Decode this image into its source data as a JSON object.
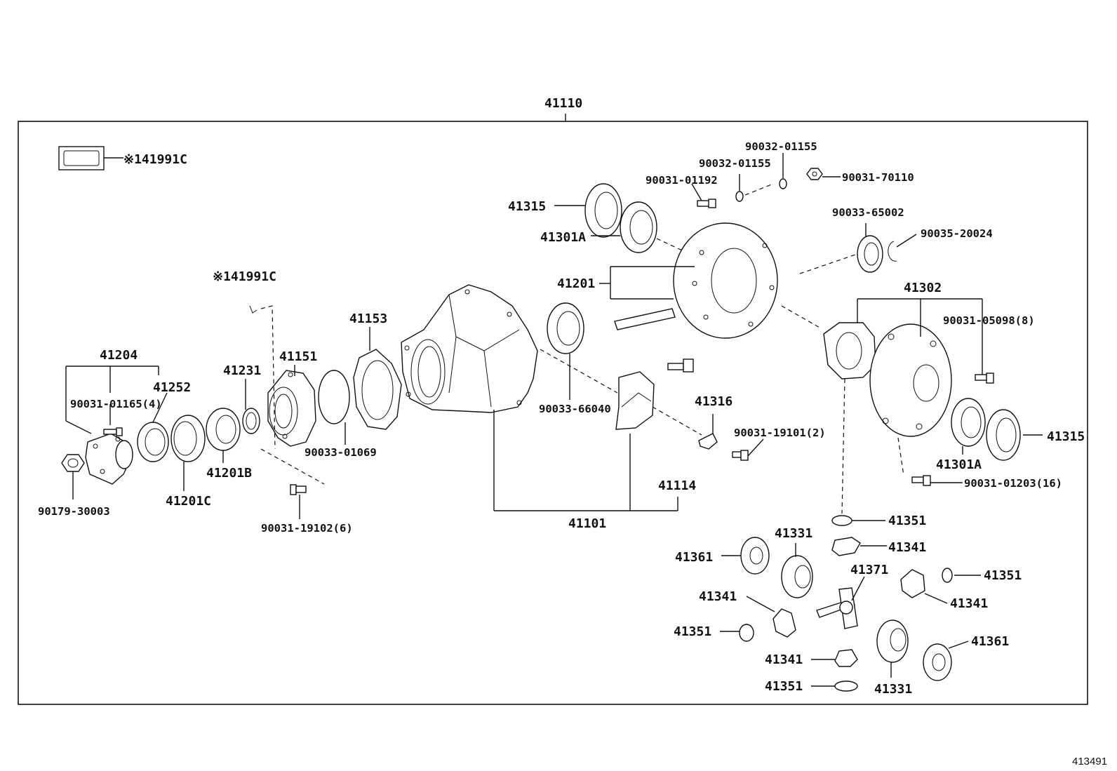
{
  "diagram": {
    "ref_code": "413491",
    "assembly_label": "41110",
    "labels": {
      "l41991c_top": "※141991C",
      "l41991c_mid": "※141991C",
      "l41204": "41204",
      "l41252": "41252",
      "l90031_01165": "90031-01165(4)",
      "l90179": "90179-30003",
      "l41201c": "41201C",
      "l41201b": "41201B",
      "l41231": "41231",
      "l41151": "41151",
      "l90031_19102": "90031-19102(6)",
      "l90033_01069": "90033-01069",
      "l41153": "41153",
      "l41101": "41101",
      "l41114": "41114",
      "l41315_top": "41315",
      "l41301a_top": "41301A",
      "l41201": "41201",
      "l90033_66040": "90033-66040",
      "l41316": "41316",
      "l90031_19101": "90031-19101(2)",
      "l90031_01192": "90031-01192",
      "l90032_01155_a": "90032-01155",
      "l90032_01155_b": "90032-01155",
      "l90031_70110": "90031-70110",
      "l90033_65002": "90033-65002",
      "l90035_20024": "90035-20024",
      "l41302": "41302",
      "l90031_05098": "90031-05098(8)",
      "l41315_right": "41315",
      "l41301a_right": "41301A",
      "l90031_01203": "90031-01203(16)",
      "l41351_a": "41351",
      "l41341_a": "41341",
      "l41331_a": "41331",
      "l41361_a": "41361",
      "l41371": "41371",
      "l41351_b": "41351",
      "l41341_b": "41341",
      "l41341_c": "41341",
      "l41351_c": "41351",
      "l41341_d": "41341",
      "l41351_d": "41351",
      "l41331_b": "41331",
      "l41361_b": "41361"
    }
  }
}
